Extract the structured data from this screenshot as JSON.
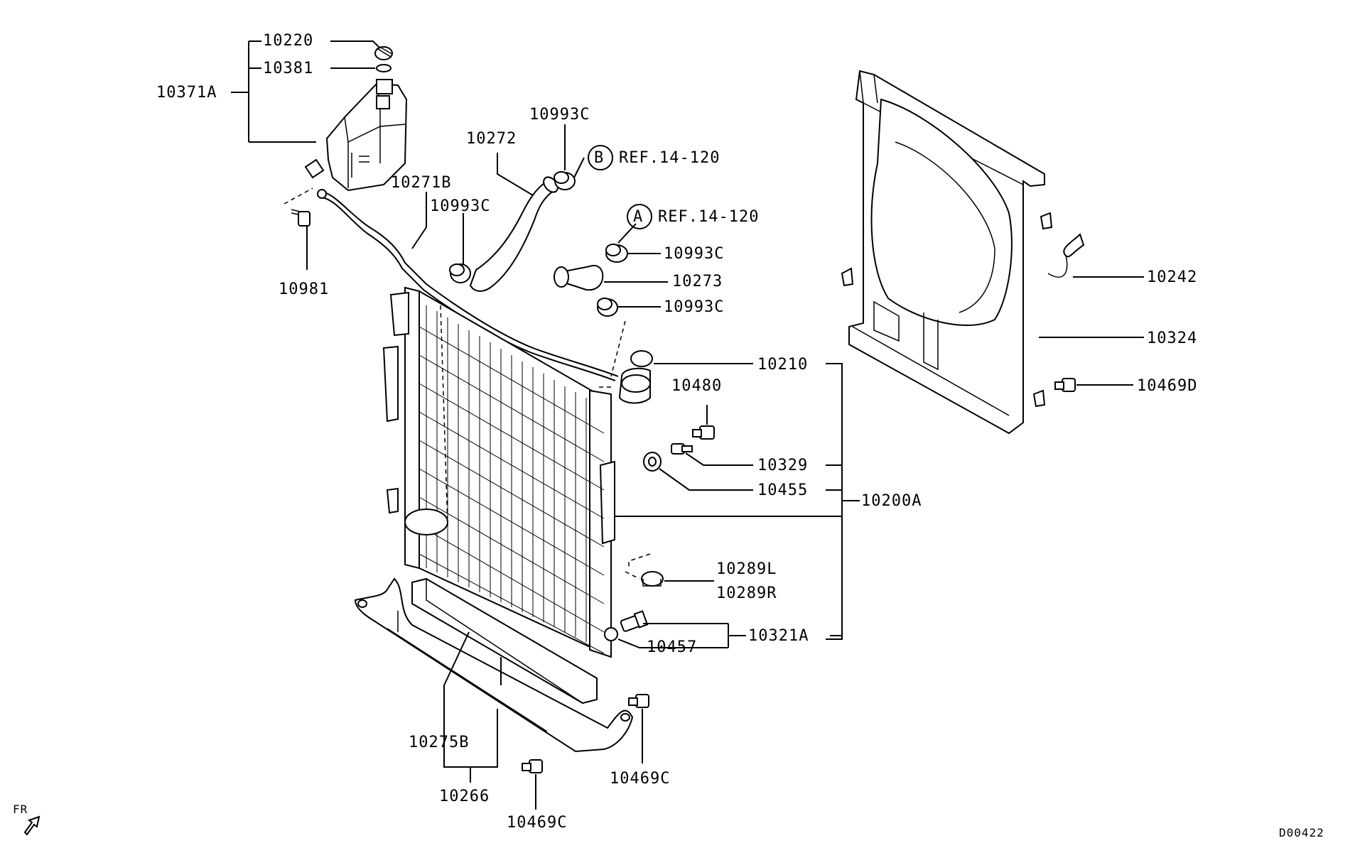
{
  "diagram": {
    "labels": {
      "p10220": "10220",
      "p10381": "10381",
      "p10371A": "10371A",
      "p10271B": "10271B",
      "p10981": "10981",
      "p10272": "10272",
      "p10993C_top": "10993C",
      "p10993C_left": "10993C",
      "p10993C_mid": "10993C",
      "p10993C_low": "10993C",
      "refB": "REF.14-120",
      "refA": "REF.14-120",
      "circleB": "B",
      "circleA": "A",
      "p10273": "10273",
      "p10210": "10210",
      "p10480": "10480",
      "p10329": "10329",
      "p10455": "10455",
      "p10200A": "10200A",
      "p10289L": "10289L",
      "p10289R": "10289R",
      "p10457": "10457",
      "p10321A": "10321A",
      "p10242": "10242",
      "p10324": "10324",
      "p10469D": "10469D",
      "p10275B": "10275B",
      "p10266": "10266",
      "p10469C_right": "10469C",
      "p10469C_bottom": "10469C",
      "fr": "FR",
      "diagram_id": "D00422"
    }
  }
}
